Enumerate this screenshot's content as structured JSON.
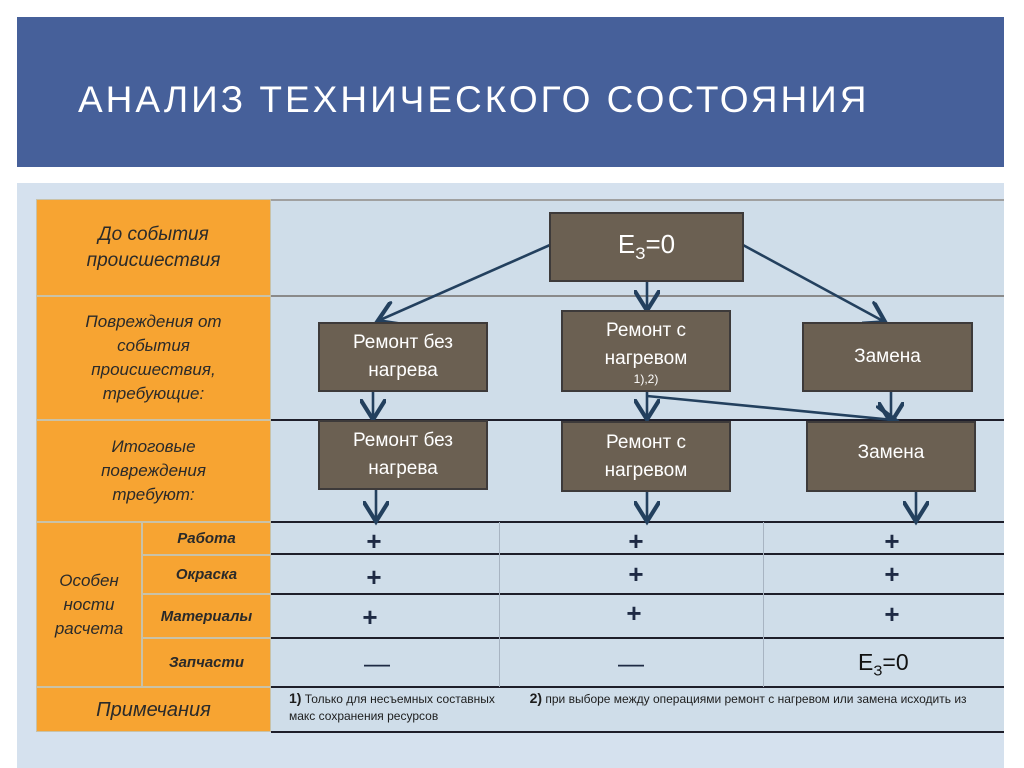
{
  "title": "АНАЛИЗ ТЕХНИЧЕСКОГО СОСТОЯНИЯ",
  "rows": {
    "before_event": "До события происшествия",
    "damage_from_event": "Повреждения от события происшествия, требующие:",
    "final_damage": "Итоговые повреждения требуют:",
    "calculation_features": "Особен ности расчета",
    "notes_label": "Примечания"
  },
  "sub_rows": {
    "work": "Работа",
    "painting": "Окраска",
    "materials": "Материалы",
    "parts": "Запчасти"
  },
  "nodes": {
    "e3_main": "Е",
    "e3_main_sub": "З",
    "e3_main_value": "=0",
    "repair_no_heat": "Ремонт без нагрева",
    "repair_heat": "Ремонт с нагревом",
    "repair_heat_note": "1),2)",
    "replace": "Замена",
    "final_repair_no_heat": "Ремонт без нагрева",
    "final_repair_heat": "Ремонт с нагревом",
    "final_replace": "Замена"
  },
  "table": {
    "work": [
      "+",
      "+",
      "+"
    ],
    "painting": [
      "+",
      "+",
      "+"
    ],
    "materials": [
      "+",
      "+",
      "+"
    ],
    "parts": [
      "—",
      "—"
    ],
    "parts_e3": "Е",
    "parts_e3_sub": "З",
    "parts_e3_value": "=0"
  },
  "notes": {
    "n1_num": "1)",
    "n1_text": "Только для несъемных составных",
    "n2_num": "2)",
    "n2_text": "при выборе между операциями ремонт с нагревом или замена исходить из макс сохранения ресурсов"
  },
  "colors": {
    "title_bar": "#46609a",
    "orange": "#f7a432",
    "node": "#6b6052",
    "arrow": "#23405e"
  }
}
